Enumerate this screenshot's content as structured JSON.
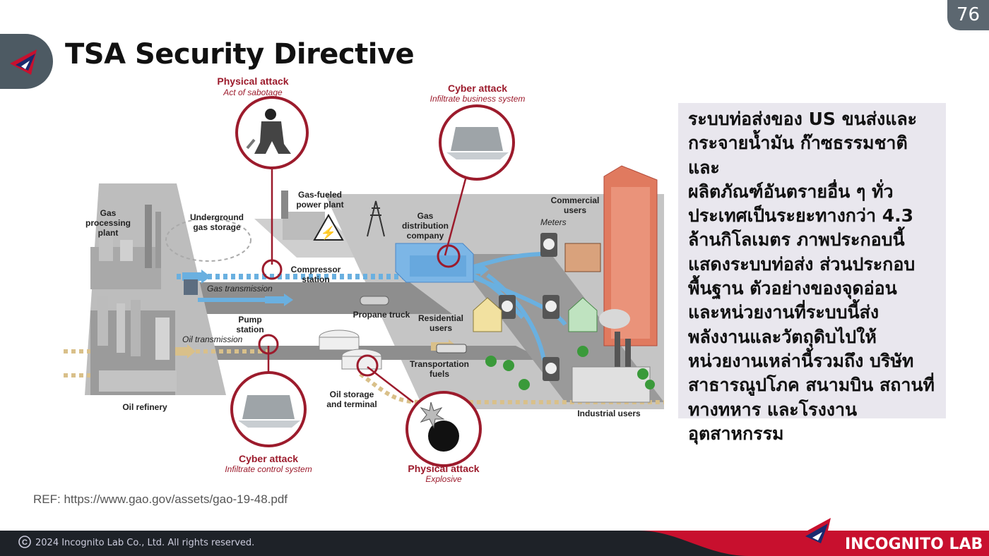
{
  "slide": {
    "number": "76",
    "title": "TSA Security Directive"
  },
  "diagram": {
    "physical_attack_top": {
      "title": "Physical attack",
      "subtitle": "Act of sabotage"
    },
    "cyber_attack_top": {
      "title": "Cyber attack",
      "subtitle": "Infiltrate business system"
    },
    "cyber_attack_bottom": {
      "title": "Cyber attack",
      "subtitle": "Infiltrate control system"
    },
    "physical_attack_bottom": {
      "title": "Physical attack",
      "subtitle": "Explosive"
    },
    "labels": {
      "gas_processing_1": "Gas",
      "gas_processing_2": "processing",
      "gas_processing_3": "plant",
      "underground_1": "Underground",
      "underground_2": "gas storage",
      "gas_fueled_1": "Gas-fueled",
      "gas_fueled_2": "power plant",
      "gas_dist_1": "Gas",
      "gas_dist_2": "distribution",
      "gas_dist_3": "company",
      "commercial_1": "Commercial",
      "commercial_2": "users",
      "meters": "Meters",
      "compressor_1": "Compressor",
      "compressor_2": "station",
      "gas_transmission": "Gas transmission",
      "propane_truck": "Propane truck",
      "residential_1": "Residential",
      "residential_2": "users",
      "pump_1": "Pump",
      "pump_2": "station",
      "oil_transmission": "Oil transmission",
      "transport_1": "Transportation",
      "transport_2": "fuels",
      "oil_storage_1": "Oil storage",
      "oil_storage_2": "and terminal",
      "oil_refinery": "Oil refinery",
      "industrial": "Industrial users"
    }
  },
  "description": {
    "lines": [
      "ระบบท่อส่งของ US ขนส่งและ",
      "กระจายน้ำมัน ก๊าซธรรมชาติ และ",
      "ผลิตภัณฑ์อันตรายอื่น ๆ ทั่ว",
      "ประเทศเป็นระยะทางกว่า 4.3",
      "ล้านกิโลเมตร ภาพประกอบนี้",
      "แสดงระบบท่อส่ง ส่วนประกอบ",
      "พื้นฐาน ตัวอย่างของจุดอ่อน",
      "และหน่วยงานที่ระบบนี้ส่ง",
      "พลังงานและวัตถุดิบไปให้",
      "หน่วยงานเหล่านี้รวมถึง บริษัท",
      "สาธารณูปโภค สนามบิน สถานที่",
      "ทางทหาร และโรงงาน",
      "อุตสาหกรรม"
    ]
  },
  "reference": "REF: https://www.gao.gov/assets/gao-19-48.pdf",
  "footer": {
    "copyright": "2024 Incognito Lab Co., Ltd. All rights reserved.",
    "brand": "INCOGNITO LAB"
  },
  "colors": {
    "accent_red": "#9c1b2c",
    "pipe_blue": "#6ab0e0",
    "oil_tan": "#d9c08a",
    "footer_bg": "#1e2228",
    "footer_red": "#c8102e"
  }
}
